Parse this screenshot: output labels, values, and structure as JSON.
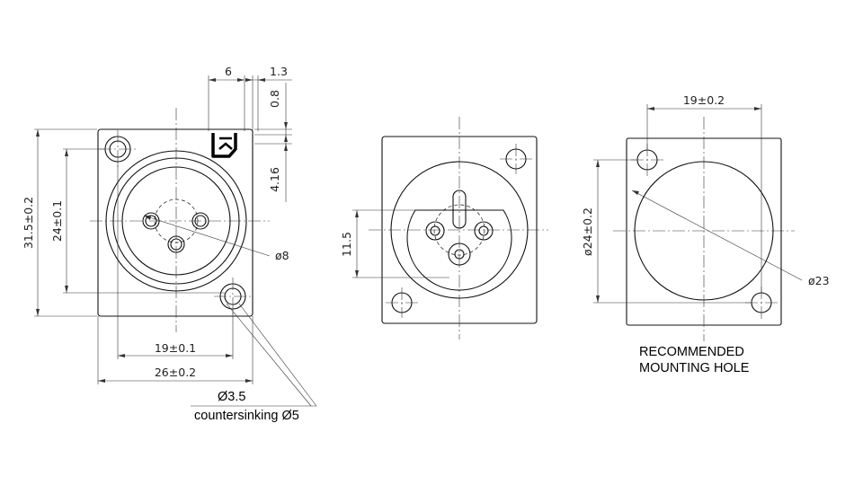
{
  "dimensions": {
    "pin_offset": "6",
    "flange_thickness": "1.3",
    "depth_small": "0.8",
    "depth_large": "4.16",
    "height_total": "31.5±0.2",
    "hole_spacing_vertical": "24±0.1",
    "pin_diameter": "ø8",
    "hole_spacing_horizontal": "19±0.1",
    "width_total": "26±0.2",
    "hole_diameter": "Ø3.5",
    "countersink": "countersinking Ø5"
  },
  "rear_view": {
    "pin_span": "11.5"
  },
  "mounting_hole": {
    "spacing_horizontal": "19±0.2",
    "spacing_vertical": "ø24±0.2",
    "diameter": "ø23",
    "caption_line1": "RECOMMENDED",
    "caption_line2": "MOUNTING HOLE"
  },
  "logo": {
    "name": "brand-logo-icon",
    "color": "#000000"
  }
}
